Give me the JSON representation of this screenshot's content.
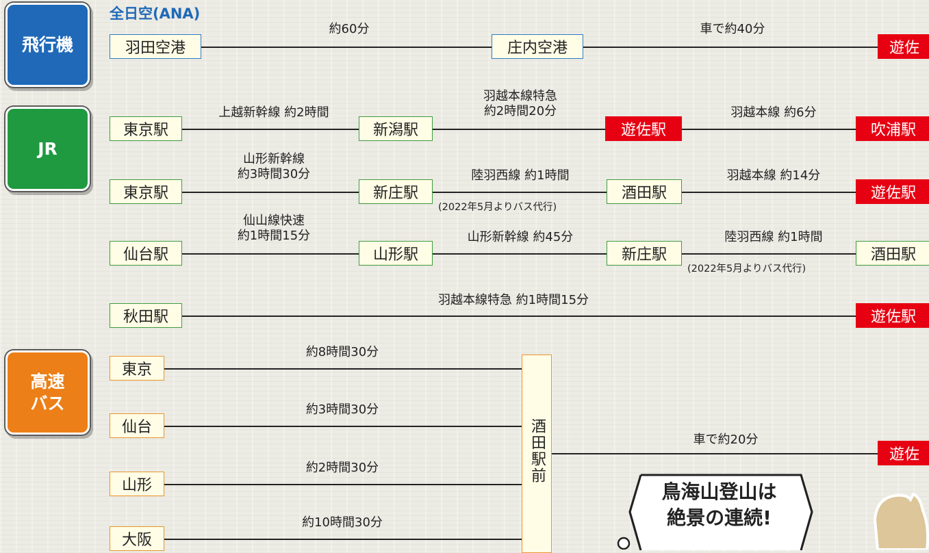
{
  "categories": {
    "plane": "飛行機",
    "jr": "JR",
    "bus": "高速\nバス"
  },
  "carrier": "全日空(ANA)",
  "routes": {
    "air": {
      "s1": "羽田空港",
      "s2": "庄内空港",
      "dest": "遊佐",
      "t1": "約60分",
      "t2": "車で約40分"
    },
    "jr1": {
      "s1": "東京駅",
      "s2": "新潟駅",
      "s3": "遊佐駅",
      "dest": "吹浦駅",
      "t1": "上越新幹線 約2時間",
      "t2": "羽越本線特急\n約2時間20分",
      "t3": "羽越本線 約6分"
    },
    "jr2": {
      "s1": "東京駅",
      "s2": "新庄駅",
      "s3": "酒田駅",
      "dest": "遊佐駅",
      "t1": "山形新幹線\n約3時間30分",
      "t2": "陸羽西線 約1時間",
      "t3": "羽越本線 約14分",
      "note": "(2022年5月よりバス代行)"
    },
    "jr3": {
      "s1": "仙台駅",
      "s2": "山形駅",
      "s3": "新庄駅",
      "s4": "酒田駅",
      "t1": "仙山線快速\n約1時間15分",
      "t2": "山形新幹線 約45分",
      "t3": "陸羽西線 約1時間",
      "note": "(2022年5月よりバス代行)"
    },
    "jr4": {
      "s1": "秋田駅",
      "dest": "遊佐駅",
      "t1": "羽越本線特急 約1時間15分"
    }
  },
  "bus": {
    "hub": "酒田駅前",
    "origins": [
      {
        "name": "東京",
        "time": "約8時間30分"
      },
      {
        "name": "仙台",
        "time": "約3時間30分"
      },
      {
        "name": "山形",
        "time": "約2時間30分"
      },
      {
        "name": "大阪",
        "time": "約10時間30分"
      }
    ],
    "to_dest": {
      "time": "車で約20分",
      "dest": "遊佐"
    }
  },
  "bubble": "鳥海山登山は\n絶景の連続!",
  "colors": {
    "plane": "#1f69b8",
    "jr": "#1f9a40",
    "bus": "#ec7f17",
    "dest": "#e60012"
  }
}
